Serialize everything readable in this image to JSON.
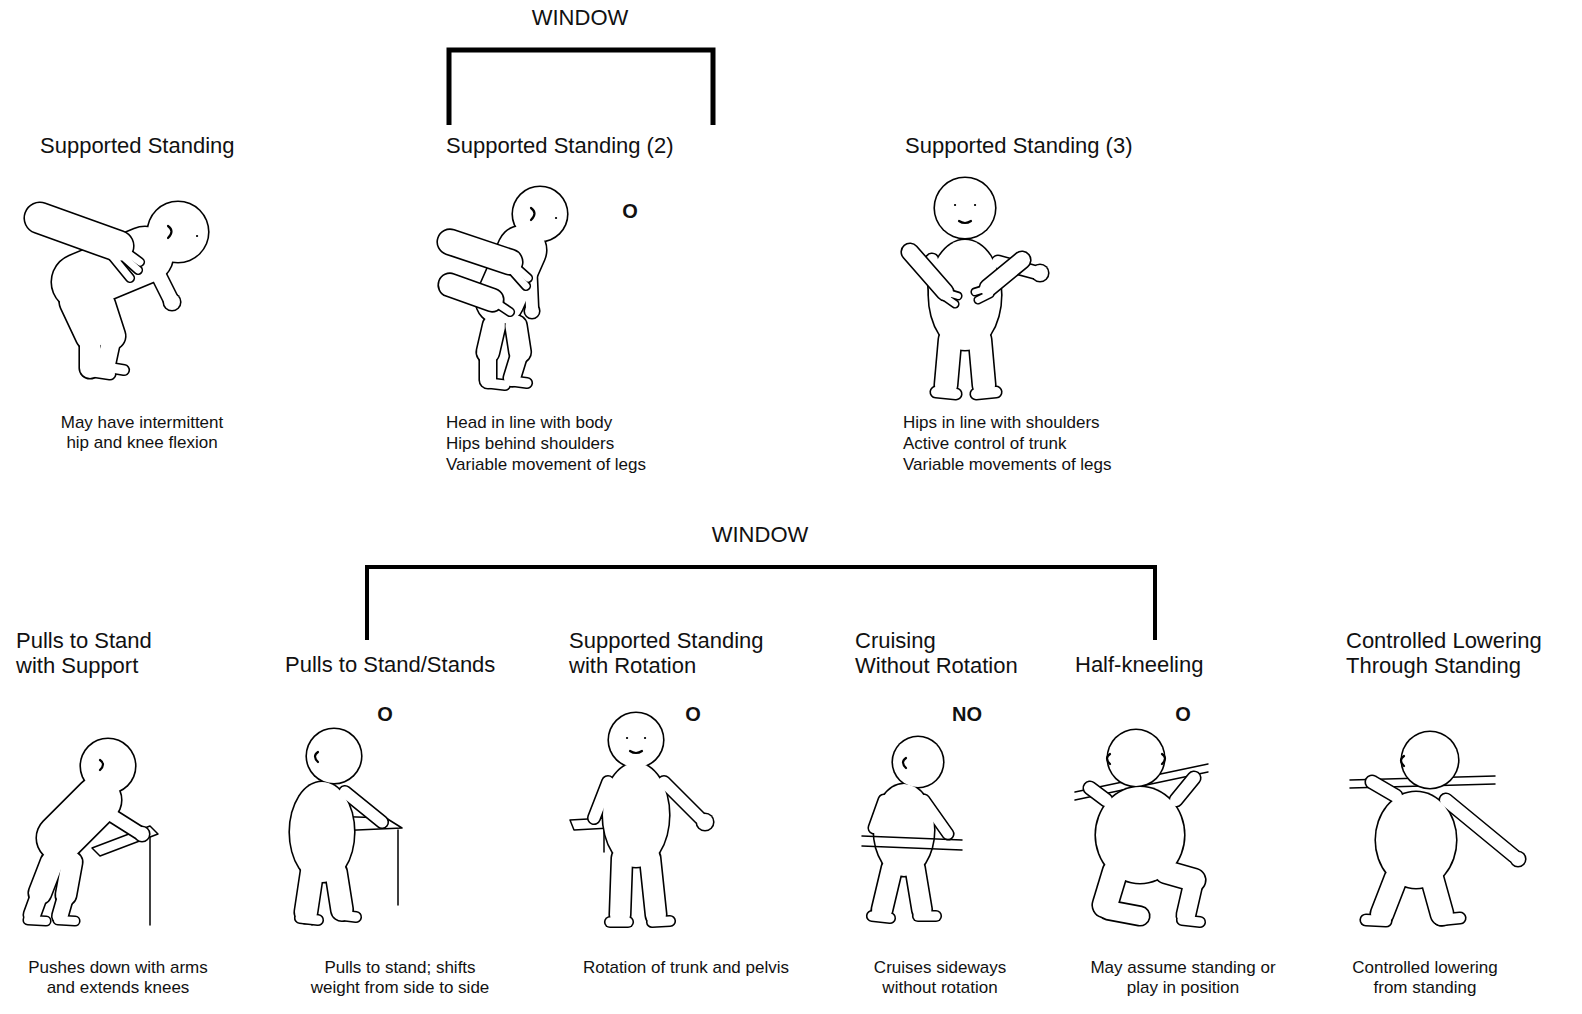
{
  "diagram": {
    "labels": [
      "WINDOW",
      "Supported Standing",
      "Supported Standing (2)",
      "Supported Standing (3)",
      "O",
      "May have intermittent hip and knee flexion",
      "Head in line with body",
      "Hips behind shoulders",
      "Variable movement of legs",
      "Hips in line with shoulders",
      "Active control of trunk",
      "Variable movements of legs",
      "WINDOW",
      "Pulls to Stand with Support",
      "Pulls to Stand/Stands",
      "Supported Standing with Rotation",
      "Cruising Without Rotation",
      "Half-kneeling",
      "Controlled Lowering Through Standing",
      "O",
      "O",
      "NO",
      "O",
      "Pushes down with arms and extends knees",
      "Pulls to stand; shifts weight from side to side",
      "Rotation of trunk and pelvis",
      "Cruises sideways without rotation",
      "May assume standing or play in position",
      "Controlled lowering from standing"
    ]
  }
}
